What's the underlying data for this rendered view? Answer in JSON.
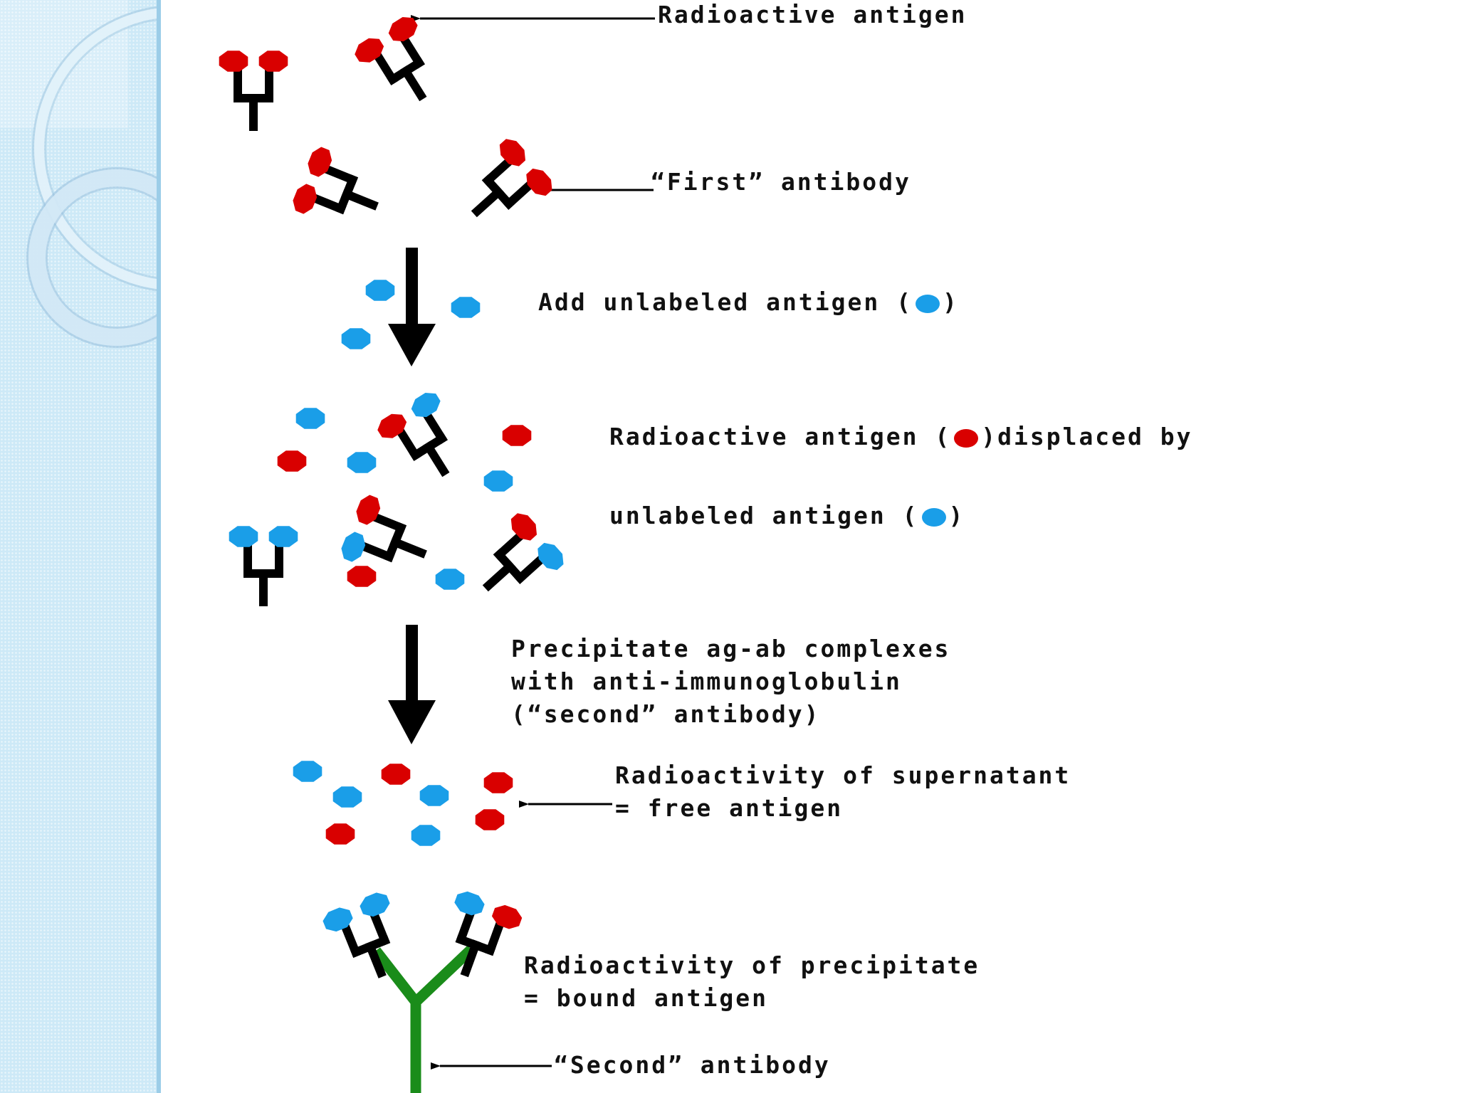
{
  "colors": {
    "radioactive_antigen": "#d90000",
    "unlabeled_antigen": "#1a9ee8",
    "antibody": "#000000",
    "second_antibody": "#1a8c1a"
  },
  "labels": {
    "radioactive_antigen": "Radioactive antigen",
    "first_antibody": "“First” antibody",
    "add_unlabeled_prefix": "Add unlabeled antigen (",
    "add_unlabeled_suffix": ")",
    "displaced_line1_prefix": "Radioactive antigen (",
    "displaced_line1_suffix": ")displaced by",
    "displaced_line2_prefix": "unlabeled antigen (",
    "displaced_line2_suffix": ")",
    "precipitate_line1": "Precipitate ag-ab complexes",
    "precipitate_line2": "with anti-immunoglobulin",
    "precipitate_line3": "(“second” antibody)",
    "supernatant_line1": "Radioactivity of supernatant",
    "supernatant_line2": "= free antigen",
    "precipitate_result_line1": "Radioactivity of precipitate",
    "precipitate_result_line2": "= bound antigen",
    "second_antibody": "“Second” antibody"
  }
}
